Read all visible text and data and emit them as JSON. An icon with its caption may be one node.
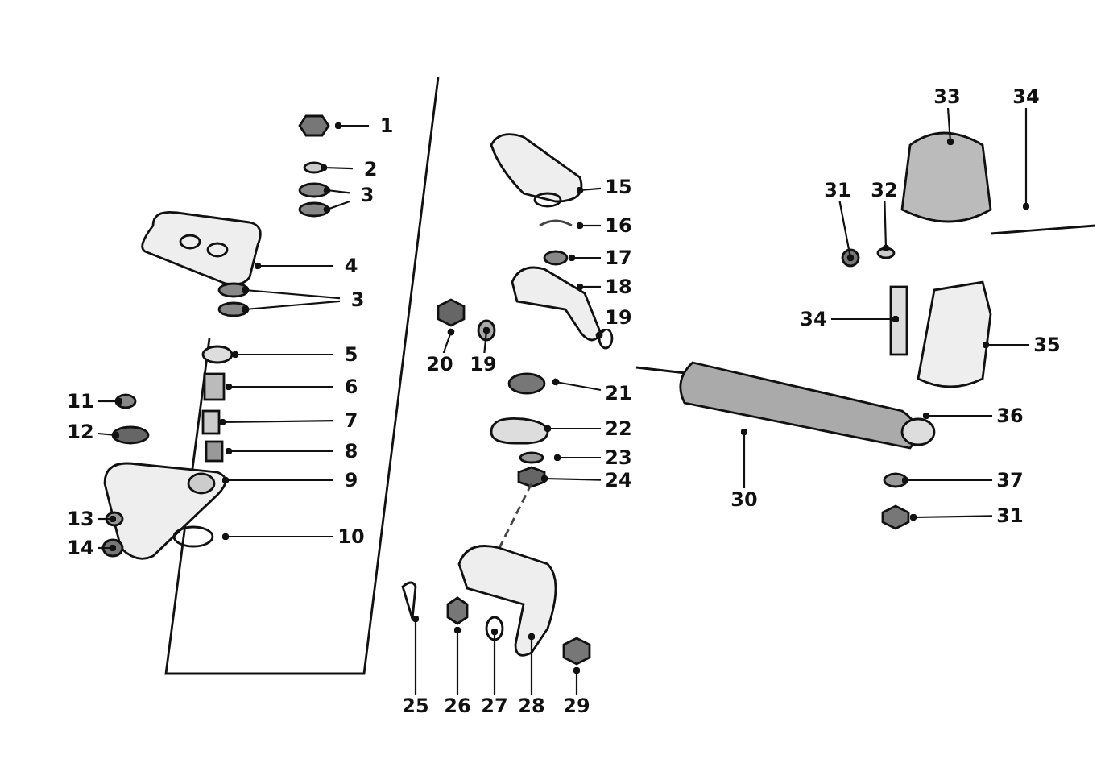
{
  "diagram": {
    "nodes": [
      {
        "text": [
          "1"
        ]
      },
      {
        "text": [
          "2"
        ]
      },
      {
        "text": [
          "3"
        ]
      },
      {
        "text": [
          "4"
        ]
      },
      {
        "text": [
          "3"
        ]
      },
      {
        "text": [
          "5"
        ]
      },
      {
        "text": [
          "6"
        ]
      },
      {
        "text": [
          "7"
        ]
      },
      {
        "text": [
          "8"
        ]
      },
      {
        "text": [
          "9"
        ]
      },
      {
        "text": [
          "10"
        ]
      },
      {
        "text": [
          "11"
        ]
      },
      {
        "text": [
          "12"
        ]
      },
      {
        "text": [
          "13"
        ]
      },
      {
        "text": [
          "14"
        ]
      },
      {
        "text": [
          "15"
        ]
      },
      {
        "text": [
          "16"
        ]
      },
      {
        "text": [
          "17"
        ]
      },
      {
        "text": [
          "18"
        ]
      },
      {
        "text": [
          "19"
        ]
      },
      {
        "text": [
          "20"
        ]
      },
      {
        "text": [
          "19"
        ]
      },
      {
        "text": [
          "21"
        ]
      },
      {
        "text": [
          "22"
        ]
      },
      {
        "text": [
          "23"
        ]
      },
      {
        "text": [
          "24"
        ]
      },
      {
        "text": [
          "25"
        ]
      },
      {
        "text": [
          "26"
        ]
      },
      {
        "text": [
          "27"
        ]
      },
      {
        "text": [
          "28"
        ]
      },
      {
        "text": [
          "29"
        ]
      },
      {
        "text": [
          "30"
        ]
      },
      {
        "text": [
          "31"
        ]
      },
      {
        "text": [
          "32"
        ]
      },
      {
        "text": [
          "33"
        ]
      },
      {
        "text": [
          "34"
        ]
      },
      {
        "text": [
          "34"
        ]
      },
      {
        "text": [
          "35"
        ]
      },
      {
        "text": [
          "36"
        ]
      },
      {
        "text": [
          "37"
        ]
      },
      {
        "text": [
          "31"
        ]
      }
    ],
    "edges": [
      {
        "from": 0,
        "to": null,
        "arrow": "other"
      },
      {
        "from": 1,
        "to": null,
        "arrow": "other"
      },
      {
        "from": 2,
        "to": null,
        "arrow": "other"
      },
      {
        "from": 2,
        "to": null,
        "arrow": "other"
      },
      {
        "from": 3,
        "to": null,
        "arrow": "other"
      },
      {
        "from": 4,
        "to": null,
        "arrow": "other"
      },
      {
        "from": 4,
        "to": null,
        "arrow": "other"
      },
      {
        "from": 5,
        "to": null,
        "arrow": "other"
      },
      {
        "from": 6,
        "to": null,
        "arrow": "other"
      },
      {
        "from": 7,
        "to": null,
        "arrow": "other"
      },
      {
        "from": 8,
        "to": null,
        "arrow": "other"
      },
      {
        "from": 9,
        "to": null,
        "arrow": "other"
      },
      {
        "from": 10,
        "to": null,
        "arrow": "other"
      },
      {
        "from": 11,
        "to": null,
        "arrow": "other"
      },
      {
        "from": 12,
        "to": null,
        "arrow": "other"
      },
      {
        "from": 13,
        "to": null,
        "arrow": "other"
      },
      {
        "from": 14,
        "to": null,
        "arrow": "other"
      },
      {
        "from": 15,
        "to": null,
        "arrow": "other"
      },
      {
        "from": 16,
        "to": null,
        "arrow": "other"
      },
      {
        "from": 17,
        "to": null,
        "arrow": "other"
      },
      {
        "from": 18,
        "to": null,
        "arrow": "other"
      },
      {
        "from": 19,
        "to": null,
        "arrow": "other"
      },
      {
        "from": 20,
        "to": null,
        "arrow": "other"
      },
      {
        "from": 21,
        "to": null,
        "arrow": "other"
      },
      {
        "from": 22,
        "to": null,
        "arrow": "other"
      },
      {
        "from": 23,
        "to": null,
        "arrow": "other"
      },
      {
        "from": 24,
        "to": null,
        "arrow": "other"
      },
      {
        "from": 25,
        "to": null,
        "arrow": "other"
      },
      {
        "from": 26,
        "to": null,
        "arrow": "other"
      },
      {
        "from": 27,
        "to": null,
        "arrow": "other"
      },
      {
        "from": 28,
        "to": null,
        "arrow": "other"
      },
      {
        "from": 29,
        "to": null,
        "arrow": "other"
      },
      {
        "from": 30,
        "to": null,
        "arrow": "other"
      },
      {
        "from": 31,
        "to": null,
        "arrow": "other"
      },
      {
        "from": 32,
        "to": null,
        "arrow": "other"
      },
      {
        "from": 33,
        "to": null,
        "arrow": "other"
      },
      {
        "from": 34,
        "to": null,
        "arrow": "other"
      },
      {
        "from": 35,
        "to": null,
        "arrow": "other"
      },
      {
        "from": 36,
        "to": null,
        "arrow": "other"
      },
      {
        "from": 37,
        "to": null,
        "arrow": "other"
      },
      {
        "from": 38,
        "to": null,
        "arrow": "other"
      },
      {
        "from": 39,
        "to": null,
        "arrow": "other"
      },
      {
        "from": 40,
        "to": null,
        "arrow": "other"
      }
    ]
  }
}
